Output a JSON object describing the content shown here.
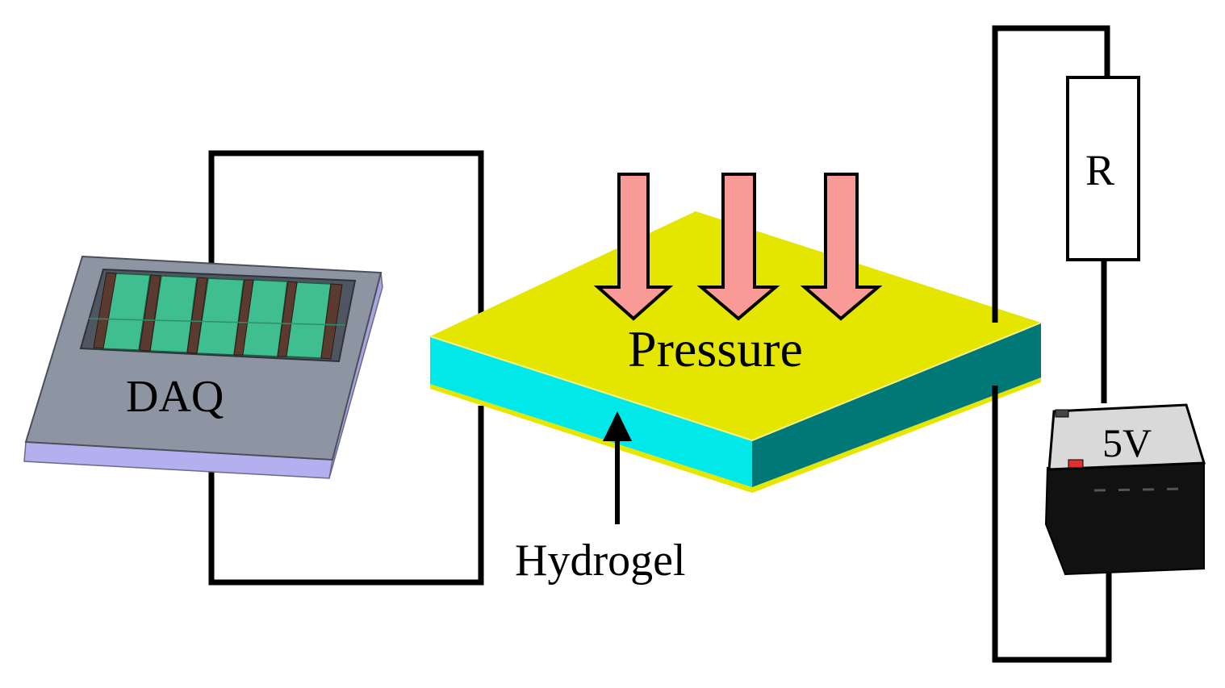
{
  "labels": {
    "daq": "DAQ",
    "pressure": "Pressure",
    "hydrogel": "Hydrogel",
    "resistor": "R",
    "battery": "5V"
  },
  "colors": {
    "wire": "#000000",
    "hydrogel_top": "#e4e600",
    "hydrogel_front": "#00e8e8",
    "hydrogel_side": "#007878",
    "hydrogel_edge": "#e6e600",
    "pressure_arrow_fill": "#f99a96",
    "daq_top": "#8c94a2",
    "daq_base": "#b4b0f0",
    "daq_slot": "#3fbf8f",
    "battery_top": "#d8d8d8",
    "battery_body": "#101010",
    "battery_terminal": "#e03030"
  }
}
